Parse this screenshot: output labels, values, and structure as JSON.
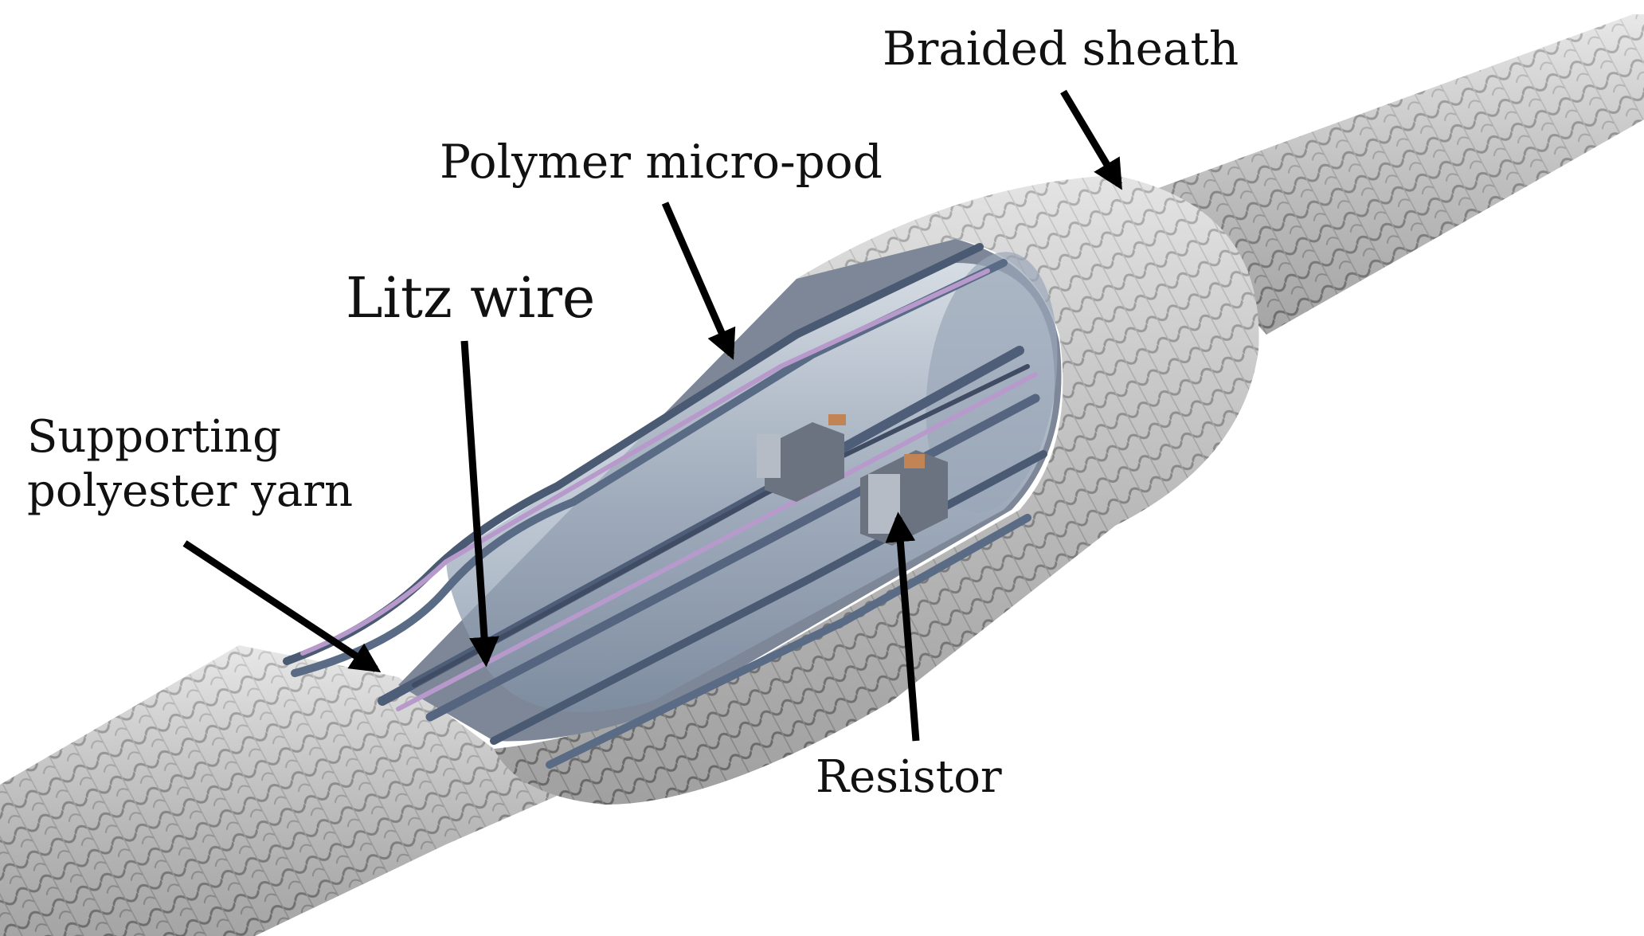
{
  "figure": {
    "labels": {
      "braided_sheath": "Braided sheath",
      "polymer_micro_pod": "Polymer micro-pod",
      "litz_wire": "Litz wire",
      "supporting_yarn_line1": "Supporting",
      "supporting_yarn_line2": "polyester yarn",
      "resistor": "Resistor"
    },
    "colors": {
      "sheath": "#d9d9d9",
      "sheath_shadow": "#9c9c9c",
      "pod_glass": "#b9c4d0",
      "litz_wire": "#5a6b86",
      "polyester_yarn": "#b79acb",
      "resistor": "#6b7280",
      "arrow": "#000000"
    }
  }
}
